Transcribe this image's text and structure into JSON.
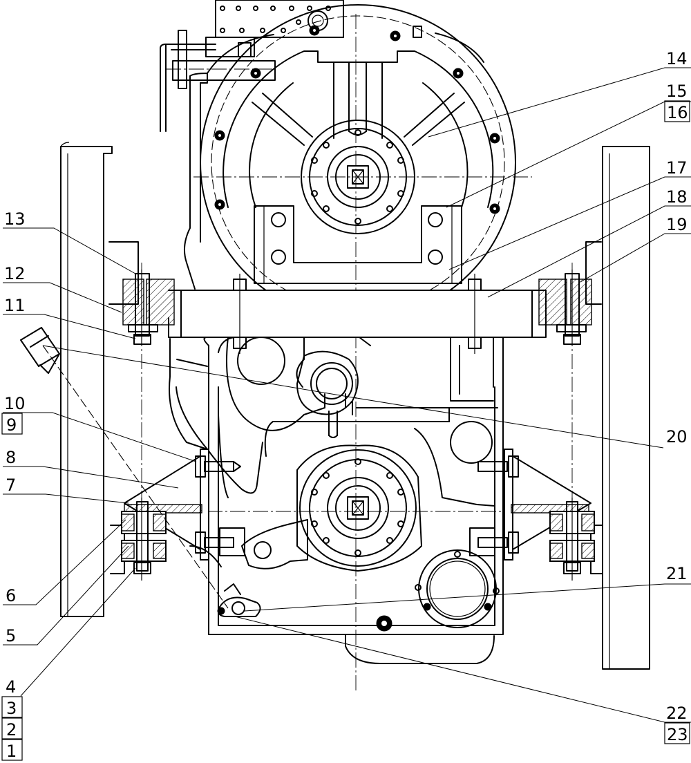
{
  "labels_left": [
    {
      "num": "13",
      "boxed": false
    },
    {
      "num": "12",
      "boxed": false
    },
    {
      "num": "11",
      "boxed": false
    },
    {
      "num": "10",
      "boxed": false
    },
    {
      "num": "9",
      "boxed": true
    },
    {
      "num": "8",
      "boxed": false
    },
    {
      "num": "7",
      "boxed": false
    },
    {
      "num": "6",
      "boxed": false
    },
    {
      "num": "5",
      "boxed": false
    },
    {
      "num": "4",
      "boxed": false
    },
    {
      "num": "3",
      "boxed": true
    },
    {
      "num": "2",
      "boxed": true
    },
    {
      "num": "1",
      "boxed": true
    }
  ],
  "labels_right": [
    {
      "num": "14",
      "boxed": false
    },
    {
      "num": "15",
      "boxed": false
    },
    {
      "num": "16",
      "boxed": true
    },
    {
      "num": "17",
      "boxed": false
    },
    {
      "num": "18",
      "boxed": false
    },
    {
      "num": "19",
      "boxed": false
    },
    {
      "num": "20",
      "boxed": false
    },
    {
      "num": "21",
      "boxed": false
    },
    {
      "num": "22",
      "boxed": false
    },
    {
      "num": "23",
      "boxed": true
    }
  ]
}
